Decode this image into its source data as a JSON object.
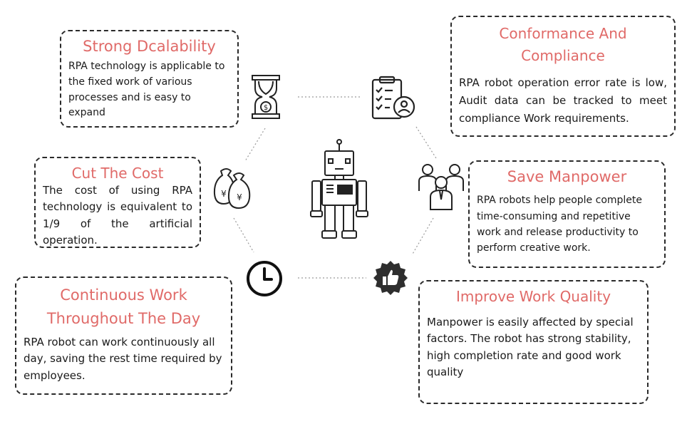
{
  "cards": {
    "scalability": {
      "title": "Strong Dcalability",
      "body": "RPA technology is applicable to the fixed work of various processes and is easy to expand"
    },
    "compliance": {
      "title": "Conformance And Compliance",
      "body": "RPA robot operation error rate is low, Audit data can be tracked to meet compliance Work requirements."
    },
    "cost": {
      "title": "Cut The Cost",
      "body": "The cost of using RPA technology is equivalent to 1/9 of the artificial operation."
    },
    "manpower": {
      "title": "Save Manpower",
      "body": "RPA robots help people complete time-consuming and repetitive work and release productivity to perform creative work."
    },
    "continuous": {
      "title": "Continuous Work Throughout The Day",
      "body": "RPA robot can work continuously all day, saving the rest time required by employees."
    },
    "quality": {
      "title": "Improve Work Quality",
      "body": "Manpower is easily affected by special factors. The robot has strong stability, high completion rate and good work quality"
    }
  },
  "icons": {
    "center": "robot-icon",
    "top_left": "hourglass-dollar-icon",
    "top_right": "clipboard-user-icon",
    "left": "money-bags-yen-icon",
    "right": "team-people-icon",
    "bottom_left": "clock-icon",
    "bottom_right": "thumbs-up-badge-icon",
    "money_symbol": "¥"
  },
  "colors": {
    "title": "#e06a68",
    "border": "#2a2a2a",
    "text": "#1a1a1a",
    "connector": "#9a9a9a"
  }
}
